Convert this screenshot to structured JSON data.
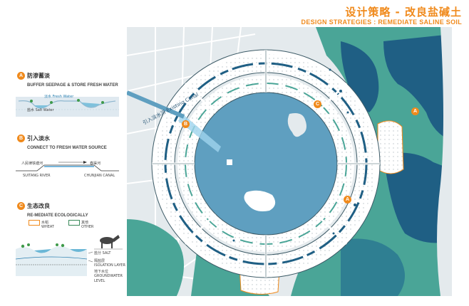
{
  "title": {
    "cn": "设计策略 - 改良盐碱土",
    "en": "DESIGN STRATEGIES : REMEDIATE SALINE SOIL"
  },
  "legend": {
    "items": [
      {
        "badge": "A",
        "cn": "防渗蓄淡",
        "en": "BUFFER SEEPAGE & STORE FRESH WATER",
        "labels": {
          "fresh": "淡水 Fresh Water",
          "salt": "盐水 Salt Water"
        }
      },
      {
        "badge": "B",
        "cn": "引入淡水",
        "en": "CONNECT TO FRESH WATER SOURCE",
        "labels": {
          "left_cn": "人民律铁塘河",
          "left_en": "SUITANG RIVER",
          "right_cn": "春渠河",
          "right_en": "CHUNJIAN CANAL"
        }
      },
      {
        "badge": "C",
        "cn": "生态改良",
        "en": "RE-MEDIATE ECOLOGICALLY",
        "labels": {
          "wheat_cn": "水稻",
          "wheat_en": "WHEAT",
          "other_cn": "其他",
          "other_en": "OTHER",
          "salt": "盐分 SALT",
          "isolation_cn": "隔盐层",
          "isolation_en": "ISOLATION LAYER",
          "ground_cn": "地下水位",
          "ground_en1": "GROUNDWATER",
          "ground_en2": "LEVEL"
        }
      }
    ]
  },
  "map": {
    "canal_label": "引入淡水河 Existing Canal",
    "badges": [
      "A",
      "A",
      "B",
      "C"
    ]
  },
  "colors": {
    "accent": "#f08a1c",
    "lake": "#5f9fc0",
    "deep_water": "#1f5f84",
    "wetland": "#4aa597",
    "land": "#e6ecef",
    "ring_field": "#ffffff"
  }
}
